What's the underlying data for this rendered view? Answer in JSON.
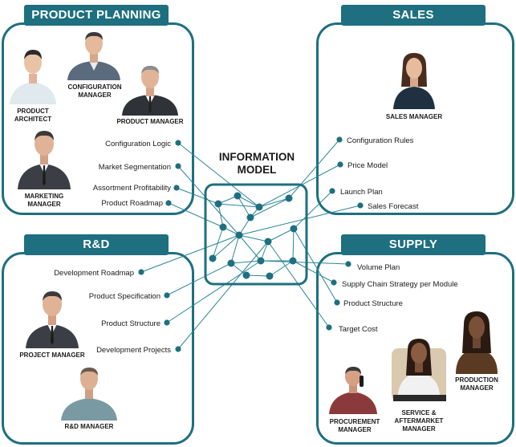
{
  "model": {
    "title": "INFORMATION\nMODEL"
  },
  "sections": {
    "product_planning": {
      "title": "PRODUCT PLANNING",
      "roles": {
        "architect": "PRODUCT\nARCHITECT",
        "config_manager": "CONFIGURATION\nMANAGER",
        "product_manager": "PRODUCT MANAGER",
        "marketing_manager": "MARKETING\nMANAGER"
      },
      "items": [
        "Configuration Logic",
        "Market Segmentation",
        "Assortment Profitability",
        "Product Roadmap"
      ]
    },
    "sales": {
      "title": "SALES",
      "roles": {
        "sales_manager": "SALES MANAGER"
      },
      "items": [
        "Configuration Rules",
        "Price Model",
        "Launch Plan",
        "Sales Forecast"
      ]
    },
    "rd": {
      "title": "R&D",
      "roles": {
        "project_manager": "PROJECT MANAGER",
        "rd_manager": "R&D MANAGER"
      },
      "items": [
        "Development Roadmap",
        "Product Specification",
        "Product Structure",
        "Development Projects"
      ]
    },
    "supply": {
      "title": "SUPPLY",
      "roles": {
        "production_manager": "PRODUCTION\nMANAGER",
        "procurement_manager": "PROCUREMENT\nMANAGER",
        "service_manager": "SERVICE &\nAFTERMARKET\nMANAGER"
      },
      "items": [
        "Volume Plan",
        "Supply Chain Strategy per Module",
        "Product Structure",
        "Target Cost"
      ]
    }
  },
  "colors": {
    "accent": "#1e6f7f",
    "node": "#1e6f7f",
    "line": "#2a8696"
  }
}
